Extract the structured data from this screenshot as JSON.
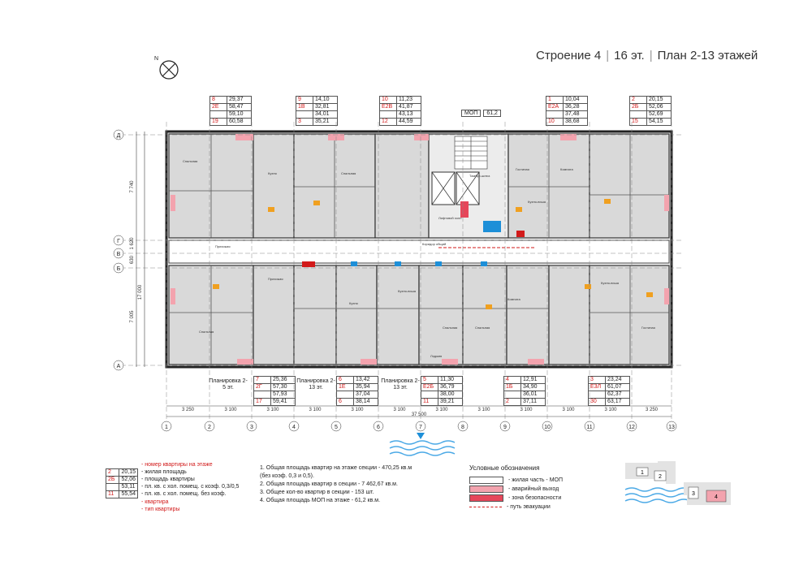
{
  "header": {
    "building": "Строение 4",
    "floors": "16 эт.",
    "plan_name": "План 2-13 этажей"
  },
  "north_label": "N",
  "mop_box": {
    "label": "МОП",
    "value": "61,2"
  },
  "apt_boxes_top": [
    {
      "rows": [
        [
          "8",
          "29,37"
        ],
        [
          "2Е",
          "58,47"
        ],
        [
          "",
          "59,10"
        ],
        [
          "19",
          "60,58"
        ]
      ]
    },
    {
      "rows": [
        [
          "9",
          "14,10"
        ],
        [
          "1В",
          "32,81"
        ],
        [
          "",
          "34,01"
        ],
        [
          "3",
          "35,21"
        ]
      ]
    },
    {
      "rows": [
        [
          "10",
          "11,23"
        ],
        [
          "Е2В",
          "41,87"
        ],
        [
          "",
          "43,13"
        ],
        [
          "12",
          "44,59"
        ]
      ]
    },
    {
      "rows": [
        [
          "1",
          "10,04"
        ],
        [
          "Е2А",
          "36,28"
        ],
        [
          "",
          "37,48"
        ],
        [
          "10",
          "38,68"
        ]
      ]
    },
    {
      "rows": [
        [
          "2",
          "20,15"
        ],
        [
          "2Б",
          "52,06"
        ],
        [
          "",
          "52,69"
        ],
        [
          "15",
          "54,15"
        ]
      ]
    }
  ],
  "apt_boxes_bottom": [
    {
      "label": "Планировка 2-5 эт.",
      "rows": []
    },
    {
      "rows": [
        [
          "7",
          "25,36"
        ],
        [
          "2Г",
          "57,30"
        ],
        [
          "",
          "57,93"
        ],
        [
          "17",
          "59,41"
        ]
      ]
    },
    {
      "label": "Планировка 2-13 эт.",
      "rows": []
    },
    {
      "rows": [
        [
          "6",
          "13,42"
        ],
        [
          "1Е",
          "35,94"
        ],
        [
          "",
          "37,04"
        ],
        [
          "6",
          "38,14"
        ]
      ]
    },
    {
      "label": "Планировка 2-13 эт.",
      "rows": []
    },
    {
      "rows": [
        [
          "5",
          "11,30"
        ],
        [
          "Е2Б",
          "36,79"
        ],
        [
          "",
          "38,00"
        ],
        [
          "11",
          "39,21"
        ]
      ]
    },
    {
      "rows": [
        [
          "4",
          "12,91"
        ],
        [
          "1Б",
          "34,90"
        ],
        [
          "",
          "36,01"
        ],
        [
          "2",
          "37,11"
        ]
      ]
    },
    {
      "rows": [
        [
          "3",
          "23,24"
        ],
        [
          "Е3Л",
          "61,07"
        ],
        [
          "",
          "62,37"
        ],
        [
          "30",
          "63,17"
        ]
      ]
    }
  ],
  "axes_letters": [
    "Д",
    "Г",
    "В",
    "Б",
    "А"
  ],
  "axes_numbers": [
    "1",
    "2",
    "3",
    "4",
    "5",
    "6",
    "7",
    "8",
    "9",
    "10",
    "11",
    "12",
    "13"
  ],
  "dims_bottom": [
    "3 250",
    "3 100",
    "3 100",
    "3 100",
    "3 100",
    "3 100",
    "3 100",
    "3 100",
    "3 100",
    "3 100",
    "3 100",
    "3 250"
  ],
  "dim_total": "37 500",
  "dims_left": [
    "7 740",
    "1 620",
    "630",
    "7 005"
  ],
  "dim_left_total": "17 000",
  "rooms": [
    "Спальная",
    "Кухня",
    "Спальная",
    "Лифтовой холл",
    "Гостиная",
    "Комната",
    "Кухня-ниша",
    "Коридор общий",
    "Прихожая",
    "Спальная",
    "Кухня-ниша",
    "Кухня",
    "Спальная",
    "Комната",
    "Гостиная",
    "Кухня-ниша",
    "Спальная",
    "Прихожая",
    "Лоджия",
    "Тамбур-шлюз"
  ],
  "legend_apt": {
    "floor_no_label": "- номер квартиры на этаже",
    "example": [
      [
        "2",
        "20,15"
      ],
      [
        "2Б",
        "52,06"
      ],
      [
        "",
        "53,11"
      ],
      [
        "11",
        "55,54"
      ]
    ],
    "items": [
      "- жилая площадь",
      "- площадь квартиры",
      "- пл. кв. с хол. помещ. с коэф. 0,3/0,5",
      "- пл. кв. с хол. помещ. без коэф."
    ],
    "apt_label": "- квартира",
    "type_label": "- тип квартиры"
  },
  "notes": [
    "1. Общая площадь квартир на этаже  секции - 470,25 кв.м",
    "    (без коэф. 0,3 и 0,5).",
    "2. Общая площадь квартир в секции - 7 462,67 кв.м.",
    "3. Общее кол-во квартир в секции - 153 шт.",
    "4. Общая площадь МОП на этаже - 61,2 кв.м."
  ],
  "symbols": {
    "heading": "Условные обозначения",
    "items": [
      {
        "label": "- жилая часть - МОП",
        "color": "#ffffff"
      },
      {
        "label": "- аварийный выход",
        "color": "#f3a3ae"
      },
      {
        "label": "- зона безопасности",
        "color": "#e6465a"
      },
      {
        "label": "- путь эвакуации",
        "color": "#d21a1a"
      }
    ]
  },
  "keyplan": [
    "1",
    "2",
    "3",
    "4"
  ],
  "colors": {
    "accent_red": "#d21a1a",
    "pink": "#f3a3ae",
    "blue": "#1d8fd8",
    "orange": "#f0a020",
    "grey_room": "#cfcfcf"
  }
}
